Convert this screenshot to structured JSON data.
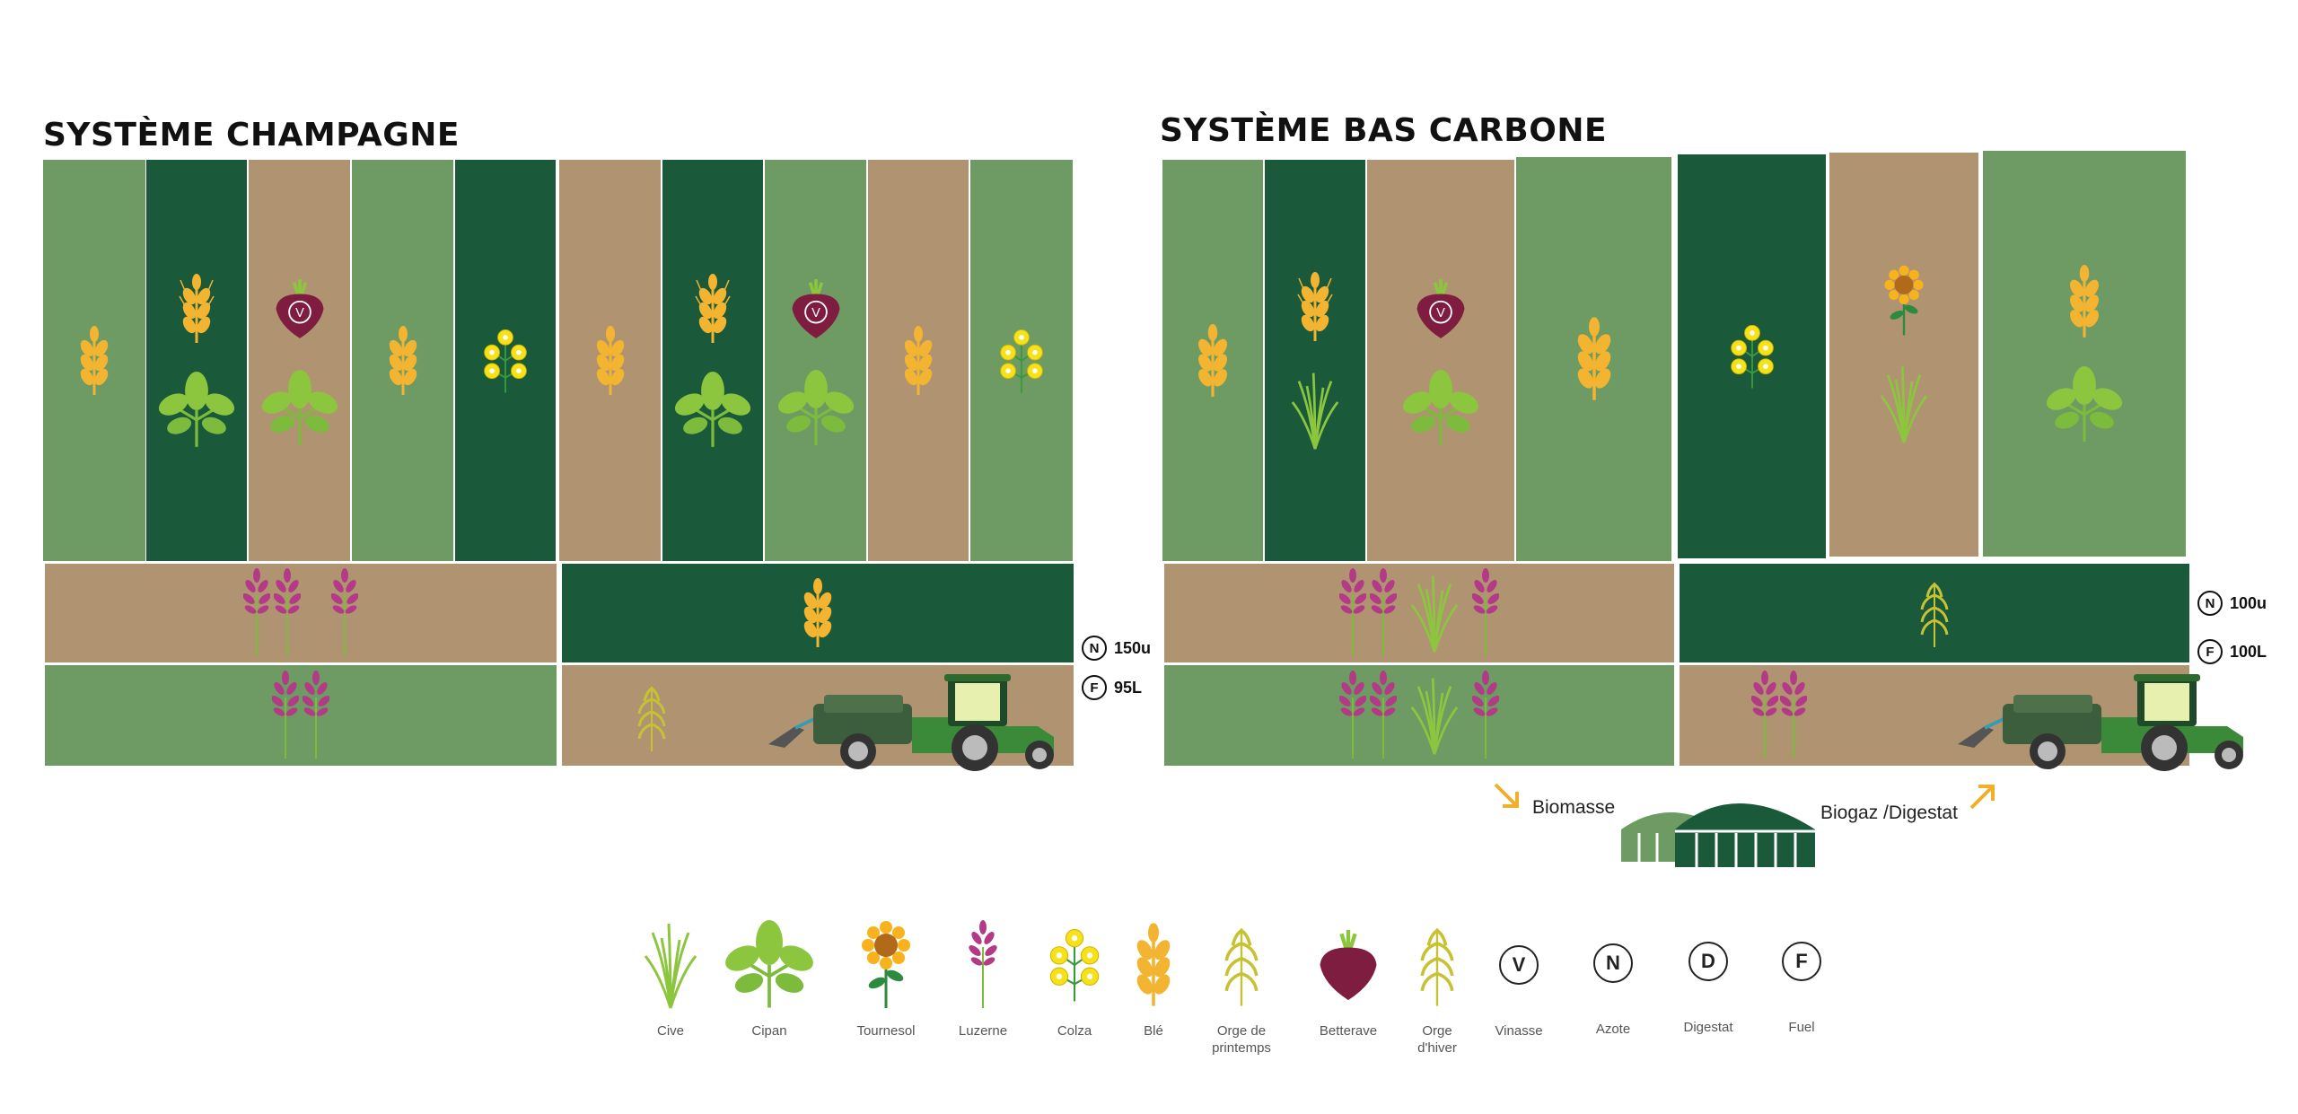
{
  "left": {
    "title": "SYSTÈME CHAMPAGNE",
    "n_badge": {
      "letter": "N",
      "value": "150u"
    },
    "f_badge": {
      "letter": "F",
      "value": "95L"
    }
  },
  "right": {
    "title": "SYSTÈME BAS CARBONE",
    "n_badge": {
      "letter": "N",
      "value": "100u"
    },
    "f_badge": {
      "letter": "F",
      "value": "100L"
    },
    "biomasse_label": "Biomasse",
    "biogaz_label": "Biogaz /Digestat"
  },
  "colors": {
    "light_field": "#6e9a63",
    "dark_field": "#1a5a3b",
    "soil_field": "#b09471",
    "wheat": "#f2b431",
    "luzerne": "#b33a86",
    "beet": "#7e1d3f",
    "colza": "#f7e21a",
    "accent_arrow": "#f0b02c"
  },
  "legend": [
    {
      "icon": "cive-icon",
      "label": "Cive"
    },
    {
      "icon": "cipan-icon",
      "label": "Cipan"
    },
    {
      "icon": "sunflower-icon",
      "label": "Tournesol"
    },
    {
      "icon": "luzerne-icon",
      "label": "Luzerne"
    },
    {
      "icon": "colza-icon",
      "label": "Colza"
    },
    {
      "icon": "wheat-icon",
      "label": "Blé"
    },
    {
      "icon": "spring-barley-icon",
      "label": "Orge de printemps"
    },
    {
      "icon": "beet-icon",
      "label": "Betterave"
    },
    {
      "icon": "winter-barley-icon",
      "label": "Orge d'hiver"
    },
    {
      "icon": "vinasse-icon",
      "label": "Vinasse",
      "letter": "V"
    },
    {
      "icon": "azote-icon",
      "label": "Azote",
      "letter": "N"
    },
    {
      "icon": "digestat-icon",
      "label": "Digestat",
      "letter": "D"
    },
    {
      "icon": "fuel-icon",
      "label": "Fuel",
      "letter": "F"
    }
  ]
}
